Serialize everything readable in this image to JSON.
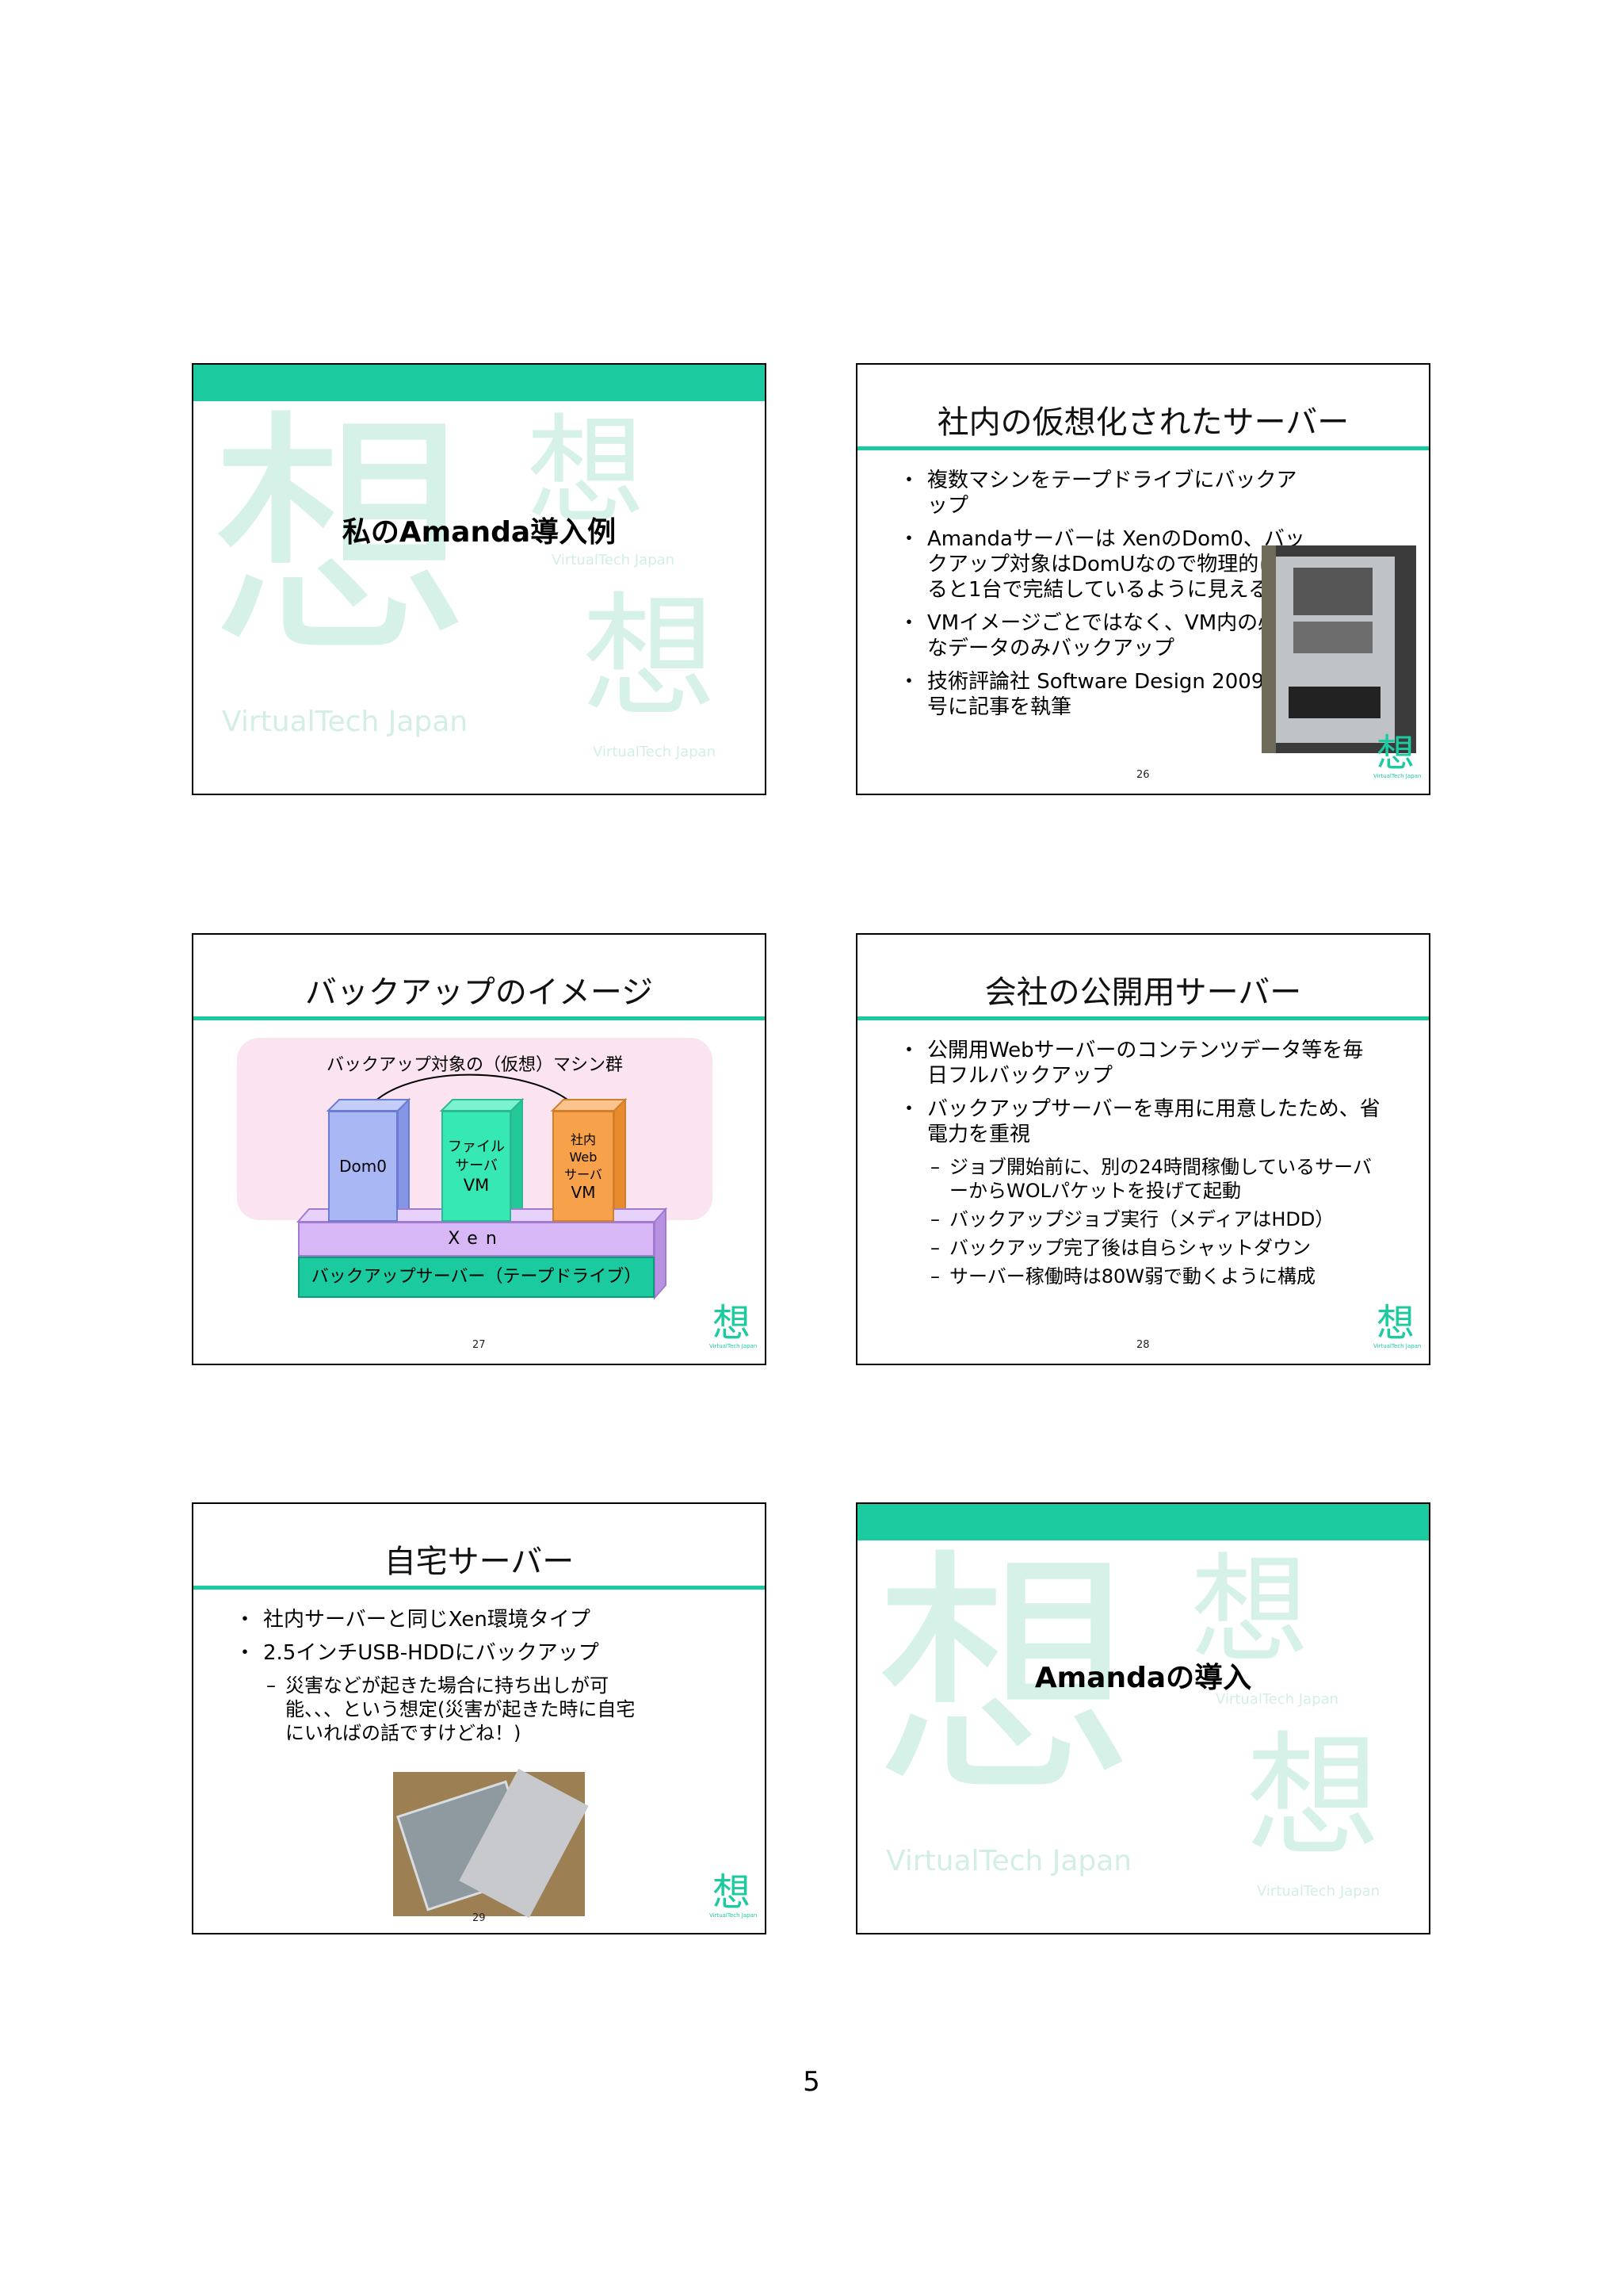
{
  "watermark": {
    "kanji": "想",
    "brand": "VirtualTech Japan"
  },
  "slides": [
    {
      "title": "私のAmanda導入例"
    },
    {
      "title": "社内の仮想化されたサーバー",
      "bullets": [
        "複数マシンをテープドライブにバックアップ",
        "Amandaサーバーは XenのDom0、バックアップ対象はDomUなので物理的に見ると1台で完結しているように見える",
        "VMイメージごとではなく、VM内の必要なデータのみバックアップ",
        "技術評論社 Software Design 2009/04号に記事を執筆"
      ],
      "page": "26"
    },
    {
      "title": "バックアップのイメージ",
      "diagram": {
        "group_label": "バックアップ対象の（仮想）マシン群",
        "dom0": "Dom0",
        "file_vm": [
          "ファイル",
          "サーバ",
          "VM"
        ],
        "web_vm": [
          "社内",
          "Web",
          "サーバ",
          "VM"
        ],
        "xen": "Xen",
        "backup_server": "バックアップサーバー（テープドライブ）"
      },
      "page": "27"
    },
    {
      "title": "会社の公開用サーバー",
      "bullets": [
        "公開用Webサーバーのコンテンツデータ等を毎日フルバックアップ",
        "バックアップサーバーを専用に用意したため、省電力を重視"
      ],
      "subbullets": [
        "ジョブ開始前に、別の24時間稼働しているサーバーからWOLパケットを投げて起動",
        "バックアップジョブ実行（メディアはHDD）",
        "バックアップ完了後は自らシャットダウン",
        "サーバー稼働時は80W弱で動くように構成"
      ],
      "page": "28"
    },
    {
      "title": "自宅サーバー",
      "bullets": [
        "社内サーバーと同じXen環境タイプ",
        "2.5インチUSB-HDDにバックアップ"
      ],
      "subbullets": [
        "災害などが起きた場合に持ち出しが可能、、、という想定(災害が起きた時に自宅にいればの話ですけどね！)"
      ],
      "page": "29"
    },
    {
      "title": "Amandaの導入"
    }
  ],
  "page_number": "5"
}
